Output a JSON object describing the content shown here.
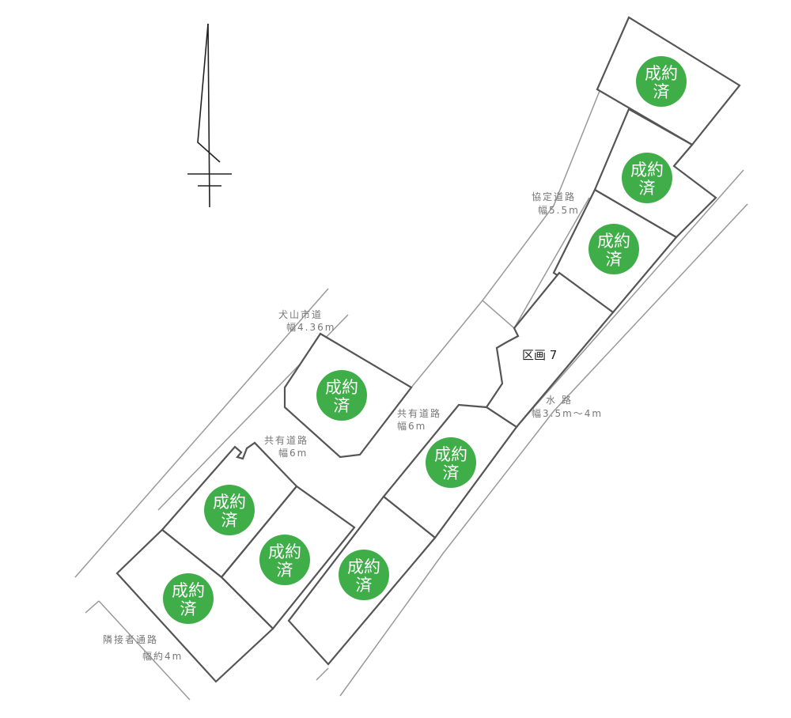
{
  "badge_color": "#3fae49",
  "sold_badges": [
    {
      "line1": "成約",
      "line2": "済"
    },
    {
      "line1": "成約",
      "line2": "済"
    },
    {
      "line1": "成約",
      "line2": "済"
    },
    {
      "line1": "成約",
      "line2": "済"
    },
    {
      "line1": "成約",
      "line2": "済"
    },
    {
      "line1": "成約",
      "line2": "済"
    },
    {
      "line1": "成約",
      "line2": "済"
    },
    {
      "line1": "成約",
      "line2": "済"
    },
    {
      "line1": "成約",
      "line2": "済"
    }
  ],
  "parcel_label": "区画 7",
  "roads": {
    "kyotei": {
      "name": "協定道路",
      "width": "幅5.5m"
    },
    "inuyama": {
      "name": "犬山市道",
      "width": "幅4.36m"
    },
    "shared_right": {
      "name": "共有道路",
      "width": "幅6m"
    },
    "shared_left": {
      "name": "共有道路",
      "width": "幅6m"
    },
    "waterway": {
      "name": "水 路",
      "width": "幅3.5m〜4m"
    },
    "adjacent": {
      "name": "隣接者通路",
      "width": "幅約4m"
    }
  },
  "compass": "north-arrow"
}
